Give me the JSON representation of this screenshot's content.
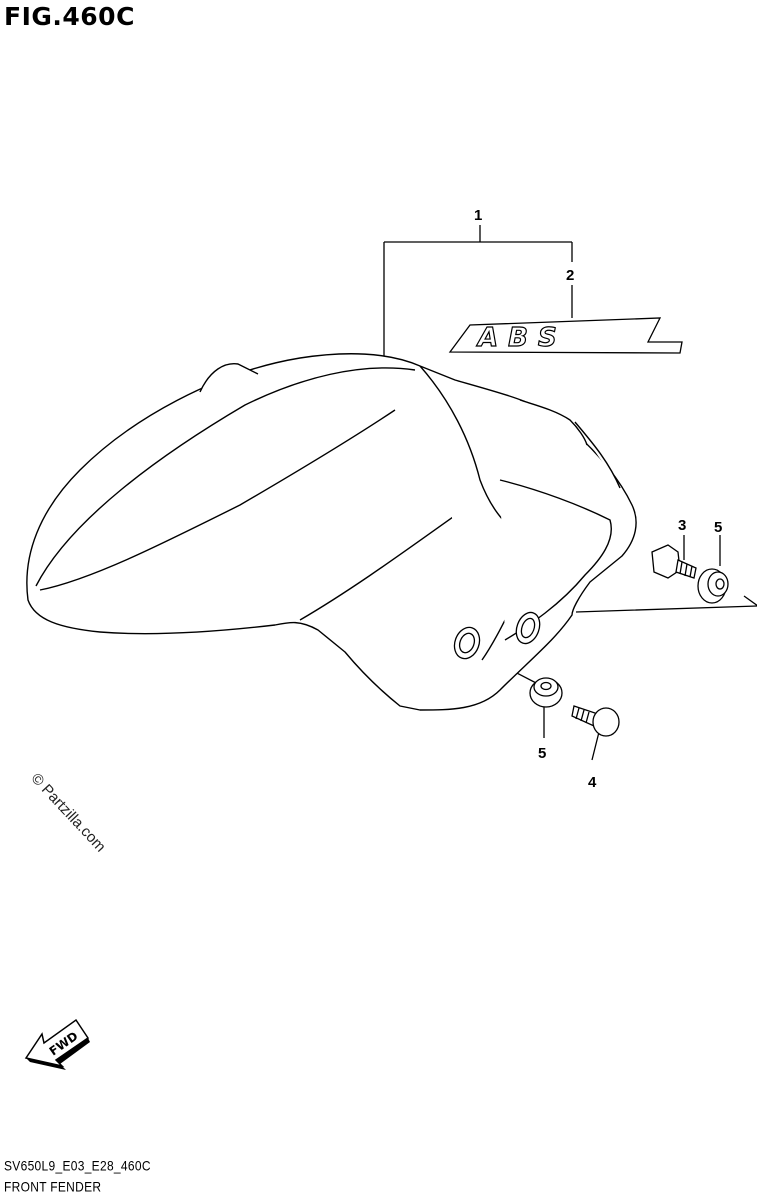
{
  "figure": {
    "title": "FIG.460C",
    "drawing_code": "SV650L9_E03_E28_460C",
    "section_name": "FRONT FENDER"
  },
  "callouts": [
    {
      "id": "callout-1",
      "label": "1"
    },
    {
      "id": "callout-2",
      "label": "2"
    },
    {
      "id": "callout-3",
      "label": "3"
    },
    {
      "id": "callout-5-right",
      "label": "5"
    },
    {
      "id": "callout-5-lower",
      "label": "5"
    },
    {
      "id": "callout-4",
      "label": "4"
    }
  ],
  "emblem": {
    "text": "ABS"
  },
  "direction_arrow": {
    "text": "FWD"
  },
  "watermark": "© Partzilla.com"
}
